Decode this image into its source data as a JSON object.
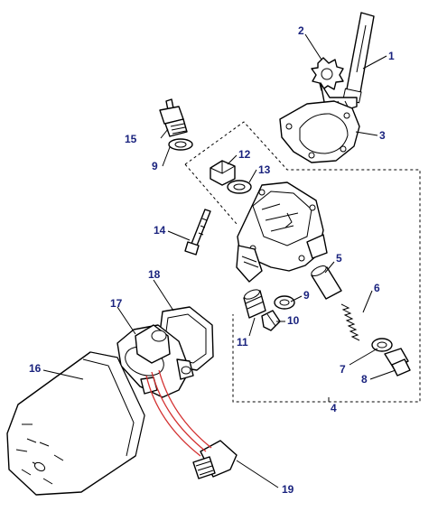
{
  "callouts": {
    "c1": "1",
    "c2": "2",
    "c3": "3",
    "c4": "4",
    "c5": "5",
    "c6": "6",
    "c7": "7",
    "c8": "8",
    "c9a": "9",
    "c9b": "9",
    "c10": "10",
    "c11": "11",
    "c12": "12",
    "c13": "13",
    "c14": "14",
    "c15": "15",
    "c16": "16",
    "c17": "17",
    "c18": "18",
    "c19": "19"
  },
  "colors": {
    "callout_text": "#1a237e",
    "line": "#000000",
    "oil_pipe": "#d32f2f",
    "background": "#ffffff"
  }
}
